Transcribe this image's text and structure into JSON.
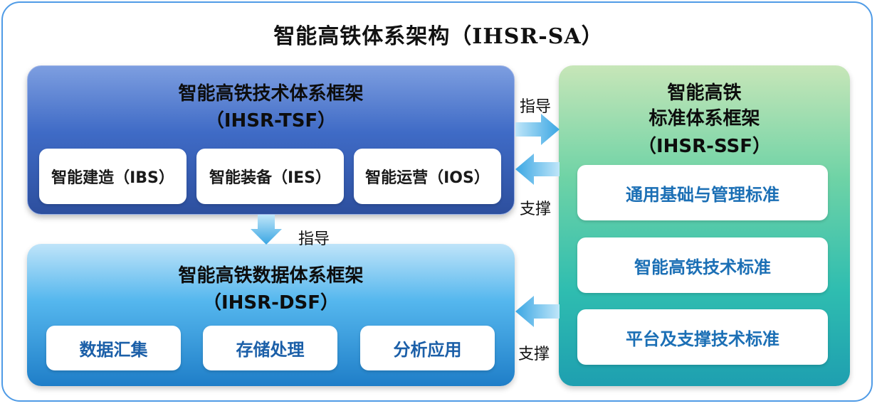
{
  "title": "智能高铁体系架构（IHSR-SA）",
  "tsf": {
    "title": "智能高铁技术体系框架",
    "subtitle": "（IHSR-TSF）",
    "items": [
      "智能建造（IBS）",
      "智能装备（IES）",
      "智能运营（IOS）"
    ]
  },
  "dsf": {
    "title": "智能高铁数据体系框架",
    "subtitle": "（IHSR-DSF）",
    "items": [
      "数据汇集",
      "存储处理",
      "分析应用"
    ]
  },
  "ssf": {
    "title_line1": "智能高铁",
    "title_line2": "标准体系框架",
    "subtitle": "（IHSR-SSF）",
    "items": [
      "通用基础与管理标准",
      "智能高铁技术标准",
      "平台及支撑技术标准"
    ]
  },
  "arrows": {
    "guide_right": "指导",
    "support_left_top": "支撑",
    "guide_down": "指导",
    "support_left_bottom": "支撑"
  },
  "colors": {
    "outer_border": "#4f9be6",
    "tsf_panel": "#3f6bc6",
    "dsf_panel": "#55b7ee",
    "ssf_panel": "#2fbdb0",
    "arrow": "#5bbbe8",
    "dsf_text": "#1b5fa8",
    "ssf_text": "#1b6fb5"
  }
}
